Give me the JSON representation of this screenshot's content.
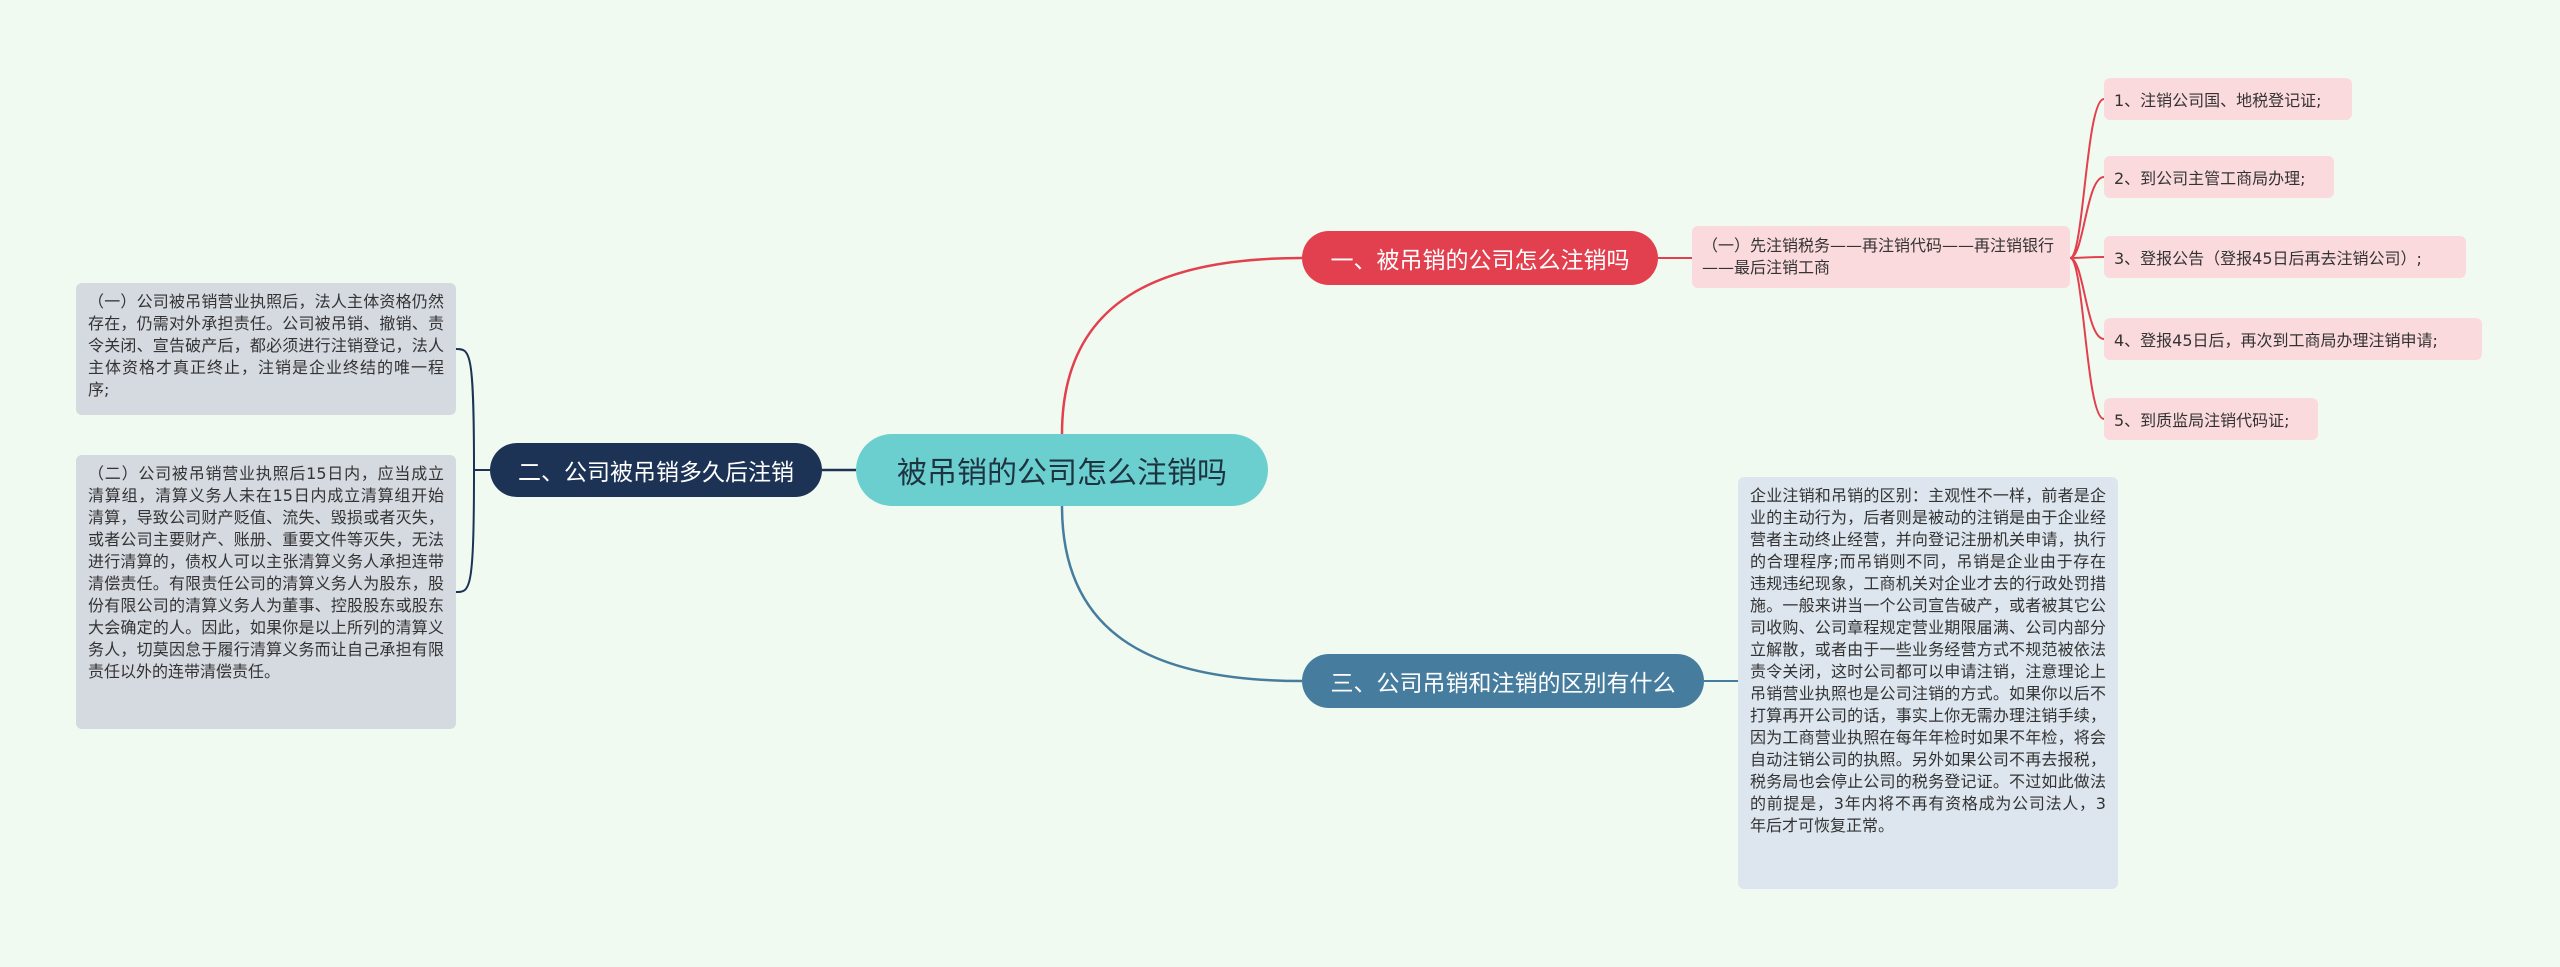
{
  "root": {
    "label": "被吊销的公司怎么注销吗"
  },
  "branches": [
    {
      "label": "一、被吊销的公司怎么注销吗",
      "color": "#e2404e",
      "sub": {
        "text": "（一）先注销税务——再注销代码——再注销银行——最后注销工商",
        "leaves": [
          "1、注销公司国、地税登记证;",
          "2、到公司主管工商局办理;",
          "3、登报公告（登报45日后再去注销公司）;",
          "4、登报45日后，再次到工商局办理注销申请;",
          "5、到质监局注销代码证;"
        ]
      }
    },
    {
      "label": "二、公司被吊销多久后注销",
      "color": "#1c3355",
      "details": [
        "（一）公司被吊销营业执照后，法人主体资格仍然存在，仍需对外承担责任。公司被吊销、撤销、责令关闭、宣告破产后，都必须进行注销登记，法人主体资格才真正终止，注销是企业终结的唯一程序;",
        "（二）公司被吊销营业执照后15日内，应当成立清算组，清算义务人未在15日内成立清算组开始清算，导致公司财产贬值、流失、毁损或者灭失，或者公司主要财产、账册、重要文件等灭失，无法进行清算的，债权人可以主张清算义务人承担连带清偿责任。有限责任公司的清算义务人为股东，股份有限公司的清算义务人为董事、控股股东或股东大会确定的人。因此，如果你是以上所列的清算义务人，切莫因怠于履行清算义务而让自己承担有限责任以外的连带清偿责任。"
      ]
    },
    {
      "label": "三、公司吊销和注销的区别有什么",
      "color": "#467d9e",
      "details": [
        "企业注销和吊销的区别：主观性不一样，前者是企业的主动行为，后者则是被动的注销是由于企业经营者主动终止经营，并向登记注册机关申请，执行的合理程序;而吊销则不同，吊销是企业由于存在违规违纪现象，工商机关对企业才去的行政处罚措施。一般来讲当一个公司宣告破产，或者被其它公司收购、公司章程规定营业期限届满、公司内部分立解散，或者由于一些业务经营方式不规范被依法责令关闭，这时公司都可以申请注销，注意理论上吊销营业执照也是公司注销的方式。如果你以后不打算再开公司的话，事实上你无需办理注销手续，因为工商营业执照在每年年检时如果不年检，将会自动注销公司的执照。另外如果公司不再去报税，税务局也会停止公司的税务登记证。不过如此做法的前提是，3年内将不再有资格成为公司法人，3年后才可恢复正常。"
      ]
    }
  ],
  "colors": {
    "background": "#f1faf0",
    "root": "#6ccfcf",
    "sub_box": "#fbdadd",
    "detail_box": "#d5d9e0",
    "detail_box_alt": "#dde6ee"
  }
}
